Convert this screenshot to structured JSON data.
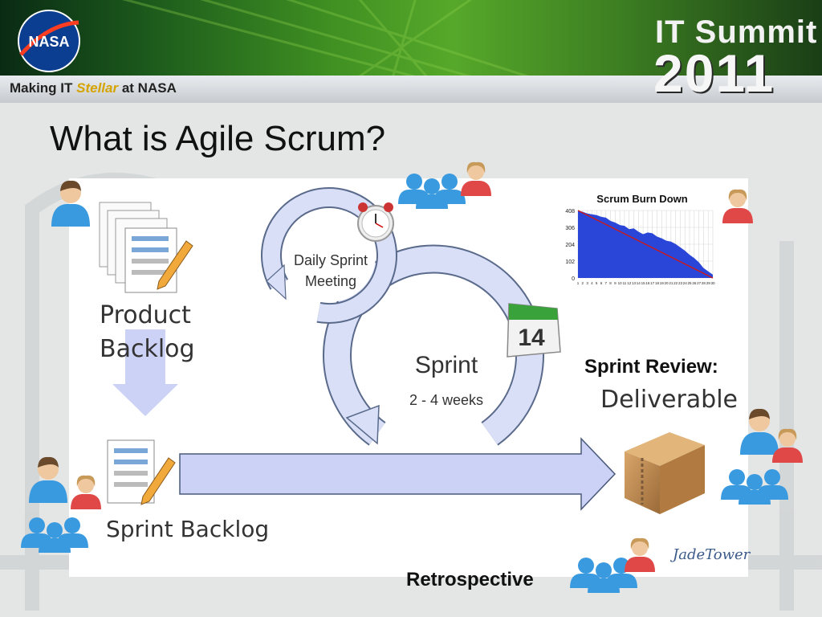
{
  "header": {
    "logo_text": "NASA",
    "tagline_pre": "Making IT ",
    "tagline_stellar": "Stellar",
    "tagline_post": " at NASA",
    "event_line1": "IT Summit",
    "event_line2": "2011"
  },
  "slide": {
    "title": "What is Agile Scrum?"
  },
  "diagram": {
    "product_backlog": "Product Backlog",
    "sprint_backlog": "Sprint Backlog",
    "daily_meeting": [
      "Daily Sprint",
      "Meeting"
    ],
    "sprint": "Sprint",
    "sprint_length": "2 - 4 weeks",
    "calendar_day": "14",
    "sprint_review": "Sprint Review:",
    "deliverable": "Deliverable",
    "retrospective": "Retrospective",
    "brand": "JadeTower"
  },
  "chart_data": {
    "type": "area",
    "title": "Scrum Burn Down",
    "x": [
      1,
      2,
      3,
      4,
      5,
      6,
      7,
      8,
      9,
      10,
      11,
      12,
      13,
      14,
      15,
      16,
      17,
      18,
      19,
      20,
      21,
      22,
      23,
      24,
      25,
      26,
      27,
      28,
      29,
      30
    ],
    "series": [
      {
        "values": [
          408,
          400,
          390,
          385,
          380,
          370,
          365,
          345,
          335,
          320,
          315,
          295,
          300,
          280,
          265,
          275,
          270,
          250,
          240,
          225,
          220,
          205,
          185,
          165,
          140,
          120,
          95,
          60,
          40,
          20
        ]
      }
    ],
    "trend": [
      408,
      0
    ],
    "yticks": [
      0,
      102,
      204,
      306,
      408
    ],
    "ylim": [
      0,
      408
    ],
    "xlim": [
      1,
      30
    ],
    "grid": true,
    "colors": {
      "fill": "#1f3cd6",
      "trend": "#d01818"
    }
  },
  "colors": {
    "arrow": "#ccd2f5",
    "arrow_stroke": "#4a5a7a",
    "people_blue": "#3a9ae0",
    "lead_red": "#e04848"
  }
}
